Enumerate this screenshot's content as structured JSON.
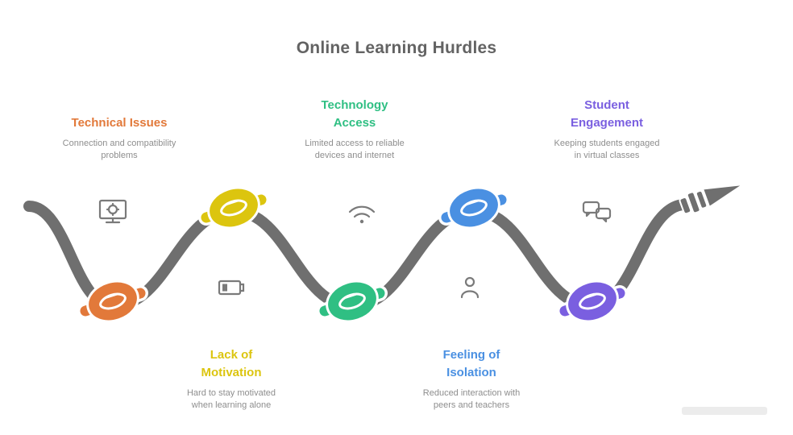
{
  "title": "Online Learning Hurdles",
  "colors": {
    "rope": "#6F6F6F",
    "rocket": "#6F6F6F",
    "icon": "#7A7A7A",
    "title_text": "#636363",
    "description_text": "#8E8E8E"
  },
  "sections": [
    {
      "id": "technical-issues",
      "line1": "Technical Issues",
      "desc1": "Connection and compatibility",
      "desc2": "problems",
      "color": "#E2793A",
      "icon": "monitor-gear-icon"
    },
    {
      "id": "lack-of-motivation",
      "line1": "Lack of",
      "line2": "Motivation",
      "desc1": "Hard to stay motivated",
      "desc2": "when learning alone",
      "color": "#DCC50F",
      "icon": "low-battery-icon"
    },
    {
      "id": "technology-access",
      "line1": "Technology",
      "line2": "Access",
      "desc1": "Limited access to reliable",
      "desc2": "devices and internet",
      "color": "#2FBF83",
      "icon": "wifi-icon"
    },
    {
      "id": "feeling-of-isolation",
      "line1": "Feeling of",
      "line2": "Isolation",
      "desc1": "Reduced interaction with",
      "desc2": "peers and teachers",
      "color": "#4A90E2",
      "icon": "person-icon"
    },
    {
      "id": "student-engagement",
      "line1": "Student",
      "line2": "Engagement",
      "desc1": "Keeping students engaged",
      "desc2": "in virtual classes",
      "color": "#7A5FE0",
      "icon": "chat-bubbles-icon"
    }
  ]
}
